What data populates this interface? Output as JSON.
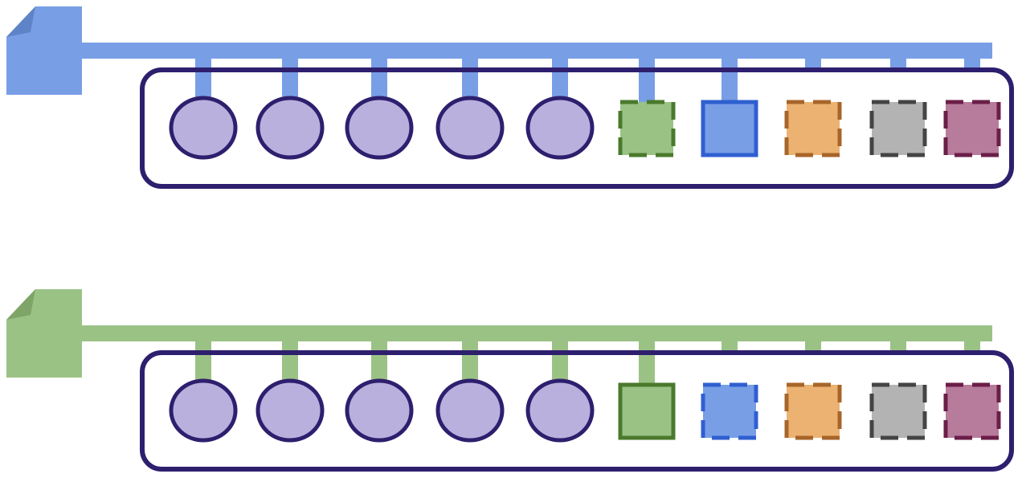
{
  "colors": {
    "container_border": "#2e1f6e",
    "circle_fill": "#b9b0de",
    "circle_stroke": "#2e1f6e"
  },
  "square_palette": [
    {
      "key": "green",
      "fill": "#9bc285",
      "stroke": "#4a7a2c"
    },
    {
      "key": "blue",
      "fill": "#789ee6",
      "stroke": "#2f5fd0"
    },
    {
      "key": "orange",
      "fill": "#ecb271",
      "stroke": "#a8652a"
    },
    {
      "key": "gray",
      "fill": "#b3b3b3",
      "stroke": "#444444"
    },
    {
      "key": "purple",
      "fill": "#b77b9b",
      "stroke": "#6b1e48"
    }
  ],
  "rows": [
    {
      "name": "blue-row",
      "bus_color": "#789ee6",
      "icon_fold_color": "#5e83c6",
      "circle_count": 5,
      "active_square": "blue",
      "connected_slots": 7
    },
    {
      "name": "green-row",
      "bus_color": "#9bc285",
      "icon_fold_color": "#7ea468",
      "circle_count": 5,
      "active_square": "green",
      "connected_slots": 6
    }
  ]
}
